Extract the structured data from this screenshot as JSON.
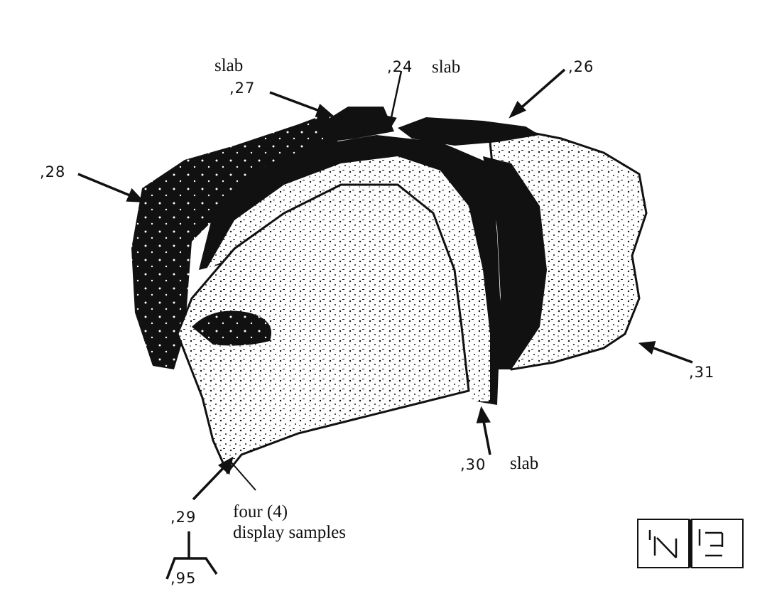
{
  "labels": {
    "l24": ",24",
    "l26": ",26",
    "l27": ",27",
    "l28": ",28",
    "l29": ",29",
    "l30": ",30",
    "l31": ",31",
    "l95": ",95"
  },
  "notes": {
    "slab_top_left": "slab",
    "slab_top_mid": "slab",
    "slab_bottom": "slab",
    "display_line1": "four (4)",
    "display_line2": "display samples"
  },
  "orientation_cube": {
    "faces": [
      "N",
      "E"
    ]
  },
  "colors": {
    "ink": "#111111",
    "paper": "#ffffff"
  }
}
